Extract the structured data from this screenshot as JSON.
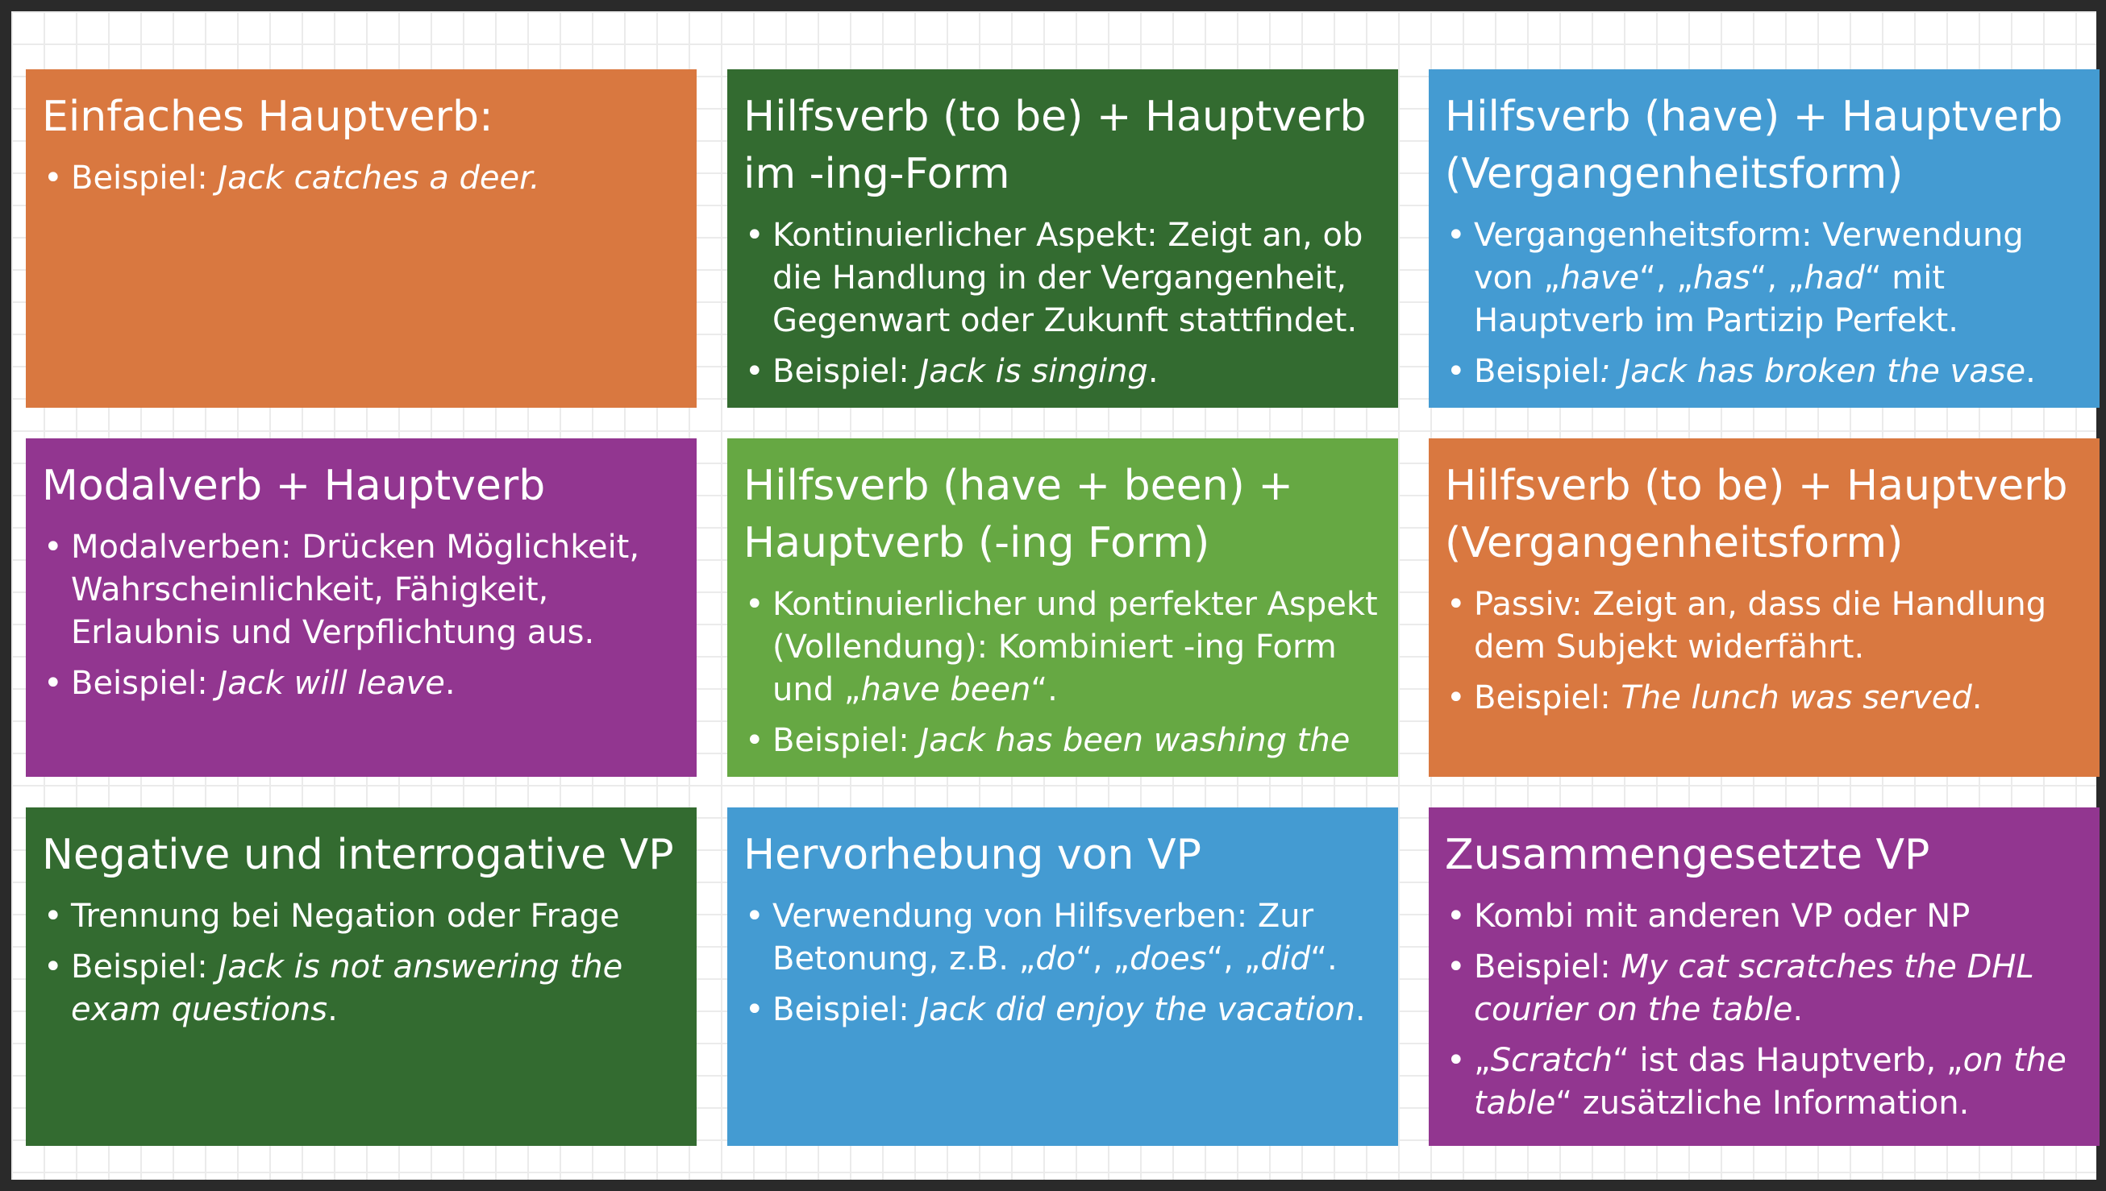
{
  "tiles": [
    {
      "title": "Einfaches Hauptverb:",
      "points": [
        {
          "label": "Beispiel: ",
          "text": "Jack catches a deer."
        }
      ]
    },
    {
      "title": "Hilfsverb (to be) + Hauptverb im -ing-Form",
      "points": [
        {
          "label": "Kontinuierlicher Aspekt: Zeigt an, ob die Handlung in der Vergangenheit, Gegenwart oder Zukunft stattfindet."
        },
        {
          "label": "Beispiel: ",
          "text": "Jack is singing",
          "tail": "."
        }
      ]
    },
    {
      "title": "Hilfsverb (have) + Hauptverb (Vergangenheitsform)",
      "points": [
        {
          "pre": "Vergangenheitsform: Verwendung von „",
          "e1": "have",
          "m1": "“, „",
          "e2": "has",
          "m2": "“, „",
          "e3": "had",
          "post": "“ mit Hauptverb im Partizip Perfekt."
        },
        {
          "label": "Beispiel",
          "text": ": Jack has broken the vase",
          "tail": "."
        }
      ]
    },
    {
      "title": "Modalverb + Hauptverb",
      "points": [
        {
          "label": "Modalverben: Drücken Möglichkeit, Wahrscheinlichkeit, Fähigkeit, Erlaubnis und Verpflichtung aus."
        },
        {
          "label": "Beispiel: ",
          "text": "Jack will leave",
          "tail": "."
        }
      ]
    },
    {
      "title": "Hilfsverb (have + been) + Hauptverb (-ing Form)",
      "points": [
        {
          "label": "Kontinuierlicher und perfekter Aspekt (Vollendung): Kombiniert -ing Form und „",
          "text": "have been",
          "tail": "“."
        },
        {
          "label": "Beispiel: ",
          "text": "Jack has been washing the"
        }
      ]
    },
    {
      "title": "Hilfsverb (to be) + Hauptverb (Vergangenheitsform)",
      "points": [
        {
          "label": "Passiv: Zeigt an, dass die Handlung dem Subjekt widerfährt."
        },
        {
          "label": "Beispiel: ",
          "text": "The lunch was served",
          "tail": "."
        }
      ]
    },
    {
      "title": "Negative und interrogative VP",
      "points": [
        {
          "label": "Trennung bei Negation oder Frage"
        },
        {
          "label": "Beispiel: ",
          "text": "Jack is not answering the exam questions",
          "tail": "."
        }
      ]
    },
    {
      "title": "Hervorhebung von VP",
      "points": [
        {
          "pre": "Verwendung von Hilfsverben: Zur Betonung, z.B. „",
          "e1": "do",
          "m1": "“, „",
          "e2": "does",
          "m2": "“, „",
          "e3": "did",
          "post": "“."
        },
        {
          "label": "Beispiel: ",
          "text": "Jack did enjoy the vacation",
          "tail": "."
        }
      ]
    },
    {
      "title": "Zusammengesetzte VP",
      "points": [
        {
          "label": "Kombi mit anderen VP oder NP"
        },
        {
          "label": "Beispiel: ",
          "text": "My cat scratches the DHL courier on the table",
          "tail": "."
        },
        {
          "label": "„",
          "text": "Scratch",
          "tail": "“ ist das Hauptverb, „",
          "text2": "on the table",
          "tail2": "“ zusätzliche Information."
        }
      ]
    }
  ]
}
